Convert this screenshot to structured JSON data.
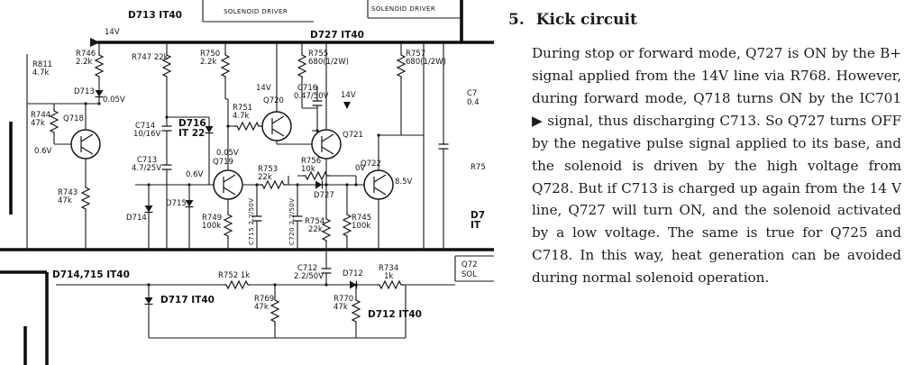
{
  "schematic": {
    "labels": {
      "d713_it40": "D713 IT40",
      "sol_driver_1": "SOLENOID DRIVER",
      "sol_driver_2": "SOLENOID DRIVER",
      "d727_it40": "D727 IT40",
      "v14_a": "14V",
      "r746": "R746",
      "r746_v": "2.2k",
      "r811": "R811",
      "r811_v": "4.7k",
      "r747": "R747 22k",
      "r750": "R750",
      "r750_v": "2.2k",
      "r755": "R755",
      "r755_v": "680(1/2W)",
      "r757": "R757",
      "r757_v": "680(1/2W)",
      "d713": "D713",
      "v005_a": "0.05V",
      "q718": "Q718",
      "r744": "R744",
      "r744_v": "47k",
      "v06_a": "0.6V",
      "r743": "R743",
      "r743_v": "47k",
      "c714": "C714",
      "c714_v": "10/16V",
      "d716": "D716",
      "d716_v": "IT 22",
      "r751": "R751",
      "r751_v": "4.7k",
      "v14_b": "14V",
      "q720": "Q720",
      "c716": "C716",
      "c716_v": "0.47/50V",
      "v14_c": "14V",
      "q721": "Q721",
      "v005_b": "0.05V",
      "q719": "Q719",
      "v06_b": "0.6V",
      "c713": "C713",
      "c713_v": "4.7/25V",
      "r753": "R753",
      "r753_v": "22k",
      "r756": "R756",
      "r756_v": "10k",
      "v0": "0V",
      "q722": "Q722",
      "v85": "8.5V",
      "d727": "D727",
      "r754": "R754",
      "r754_v": "22k",
      "r745": "R745",
      "r745_v": "100k",
      "d715": "D715",
      "d714": "D714",
      "r749": "R749",
      "r749_v": "100k",
      "c715": "C715 2.2/50V",
      "c720": "C720 2.2/50V",
      "d714_715_it40": "D714,715 IT40",
      "r752": "R752 1k",
      "c712": "C712",
      "c712_v": "2.2/50V",
      "d712": "D712",
      "r734": "R734",
      "r734_v": "1k",
      "d717_it40": "D717 IT40",
      "r769": "R769",
      "r769_v": "47k",
      "r770": "R770",
      "r770_v": "47k",
      "d712_it40": "D712 IT40",
      "edge_c7": "C7",
      "edge_04": "0.4",
      "edge_r75": "R75",
      "edge_d7": "D7",
      "edge_it": "IT",
      "edge_q72": "Q72",
      "edge_sol": "SOL"
    }
  },
  "article": {
    "section_number": "5.",
    "section_title": "Kick circuit",
    "body": "During stop or forward mode, Q727 is ON by the B+ signal applied from the 14V line via R768.  However, during forward mode, Q718 turns ON by the IC701 ▶ signal, thus discharging C713.  So Q727 turns OFF by the negative pulse signal applied to its base, and the solenoid is driven by the high voltage from Q728.  But if C713 is charged up again from the 14 V line, Q727 will turn ON, and the solenoid activated by a low voltage.  The same is true for Q725 and C718.  In this way, heat generation can be avoided during normal solenoid operation."
  }
}
